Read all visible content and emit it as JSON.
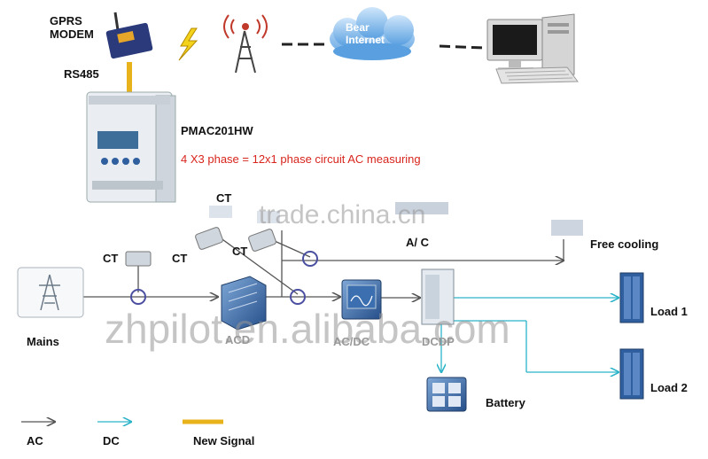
{
  "labels": {
    "gprs_modem": "GPRS\nMODEM",
    "rs485": "RS485",
    "bear_internet": "Bear\nInternet",
    "device_model": "PMAC201HW",
    "measuring_note": "4 X3 phase = 12x1 phase  circuit AC measuring",
    "ct_top": "CT",
    "ct_1": "CT",
    "ct_2": "CT",
    "ct_3": "CT",
    "ac_unit": "A/ C",
    "free_cooling": "Free cooling",
    "mains": "Mains",
    "load1": "Load 1",
    "load2": "Load 2",
    "battery": "Battery",
    "pdu_partial": "ACD ",
    "rectifier_partial": "AC/DC",
    "dc_cabinet_partial": "DCDP"
  },
  "legend": {
    "ac": "AC",
    "dc": "DC",
    "new_signal": "New Signal"
  },
  "watermarks": {
    "main": "zhpilot.en.alibaba.com",
    "secondary": "trade.china.cn"
  },
  "colors": {
    "ac_line": "#555555",
    "dc_line": "#2bb3c8",
    "signal_line": "#e8b21a",
    "ct_ring": "#4a4fa0",
    "device_blue": "#2f5f9f",
    "text_red": "#d8251d"
  }
}
